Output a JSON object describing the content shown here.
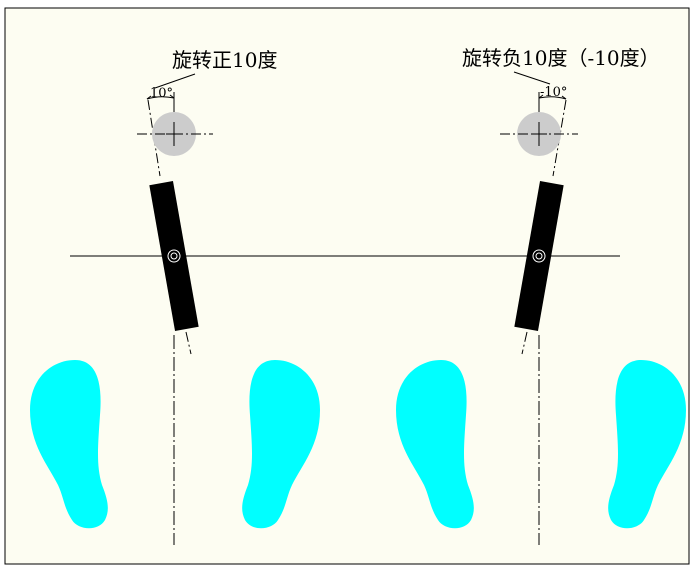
{
  "labels": {
    "left_title": "旋转正10度",
    "right_title": "旋转负10度（-10度）",
    "left_angle": "10°",
    "right_angle": "-10°"
  },
  "colors": {
    "background": "#fdfdf2",
    "border": "#000000",
    "bar": "#000000",
    "knob": "#cccccc",
    "footprint": "#00ffff",
    "line": "#000000"
  },
  "rotations": {
    "left_degrees": 10,
    "right_degrees": -10
  }
}
